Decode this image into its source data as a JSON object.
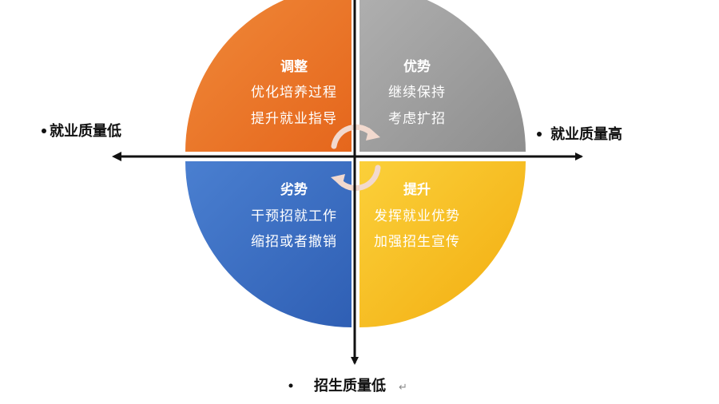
{
  "quadrants": {
    "top_left": {
      "title": "调整",
      "line1": "优化培养过程",
      "line2": "提升就业指导",
      "color": "#ec7a2b"
    },
    "top_right": {
      "title": "优势",
      "line1": "继续保持",
      "line2": "考虑扩招",
      "color": "#a3a3a3"
    },
    "bottom_left": {
      "title": "劣势",
      "line1": "干预招就工作",
      "line2": "缩招或者撤销",
      "color": "#3f70c4"
    },
    "bottom_right": {
      "title": "提升",
      "line1": "发挥就业优势",
      "line2": "加强招生宣传",
      "color": "#f7c11d"
    }
  },
  "axes": {
    "left_label": "就业质量低",
    "right_label": "就业质量高",
    "bottom_label": "招生质量低",
    "return_mark": "↵"
  },
  "cycle_arrow_color": "#f2d9ce"
}
